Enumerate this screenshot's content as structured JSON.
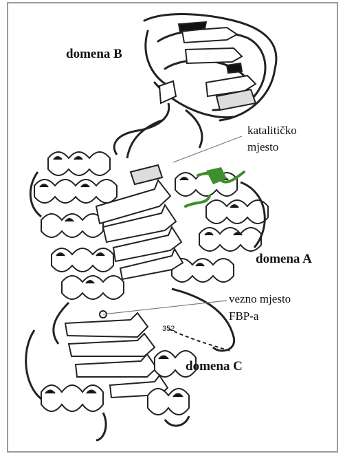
{
  "labels": {
    "domain_b": "domena B",
    "catalytic_site_line1": "katalitičko",
    "catalytic_site_line2": "mjesto",
    "domain_a": "domena A",
    "fbp_site_line1": "vezno mjesto",
    "fbp_site_line2": "FBP-a",
    "domain_c": "domena C",
    "residue_number": "352"
  },
  "colors": {
    "frame": "#9a9a9a",
    "ribbon_stroke": "#222222",
    "ribbon_fill": "#ffffff",
    "ribbon_shadow": "#111111",
    "catalytic_site": "#3e8f2e",
    "leader_line": "#7a7a7a"
  }
}
